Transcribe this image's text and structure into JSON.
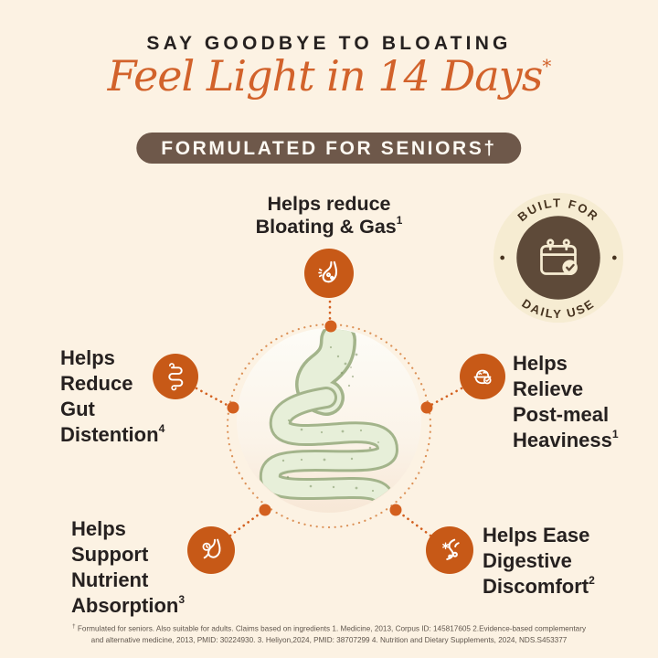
{
  "colors": {
    "background": "#fcf2e3",
    "text_dark": "#262120",
    "accent_orange_serif": "#d2622b",
    "icon_orange": "#c75917",
    "connector_orange": "#d3601f",
    "dotted_ring_orange": "#dc9258",
    "pill_brown": "#6e584a",
    "seal_cream": "#f6ecd2",
    "seal_brown": "#5e4a39",
    "gut_green_outline": "#a3b48b",
    "gut_green_fill": "#e7efd9"
  },
  "header": {
    "kicker": "SAY GOODBYE TO BLOATING",
    "title": "Feel Light in 14 Days",
    "title_note": "*",
    "pill": "FORMULATED FOR SENIORS†"
  },
  "seal": {
    "arc_top": "BUILT FOR",
    "arc_bottom": "DAILY USE",
    "icon": "calendar-check-icon"
  },
  "center": {
    "illustration": "digestive-tract-illustration"
  },
  "benefits": [
    {
      "position": "top",
      "icon": "stomach-gas-icon",
      "lines": [
        "Helps reduce"
      ],
      "last": "Bloating & Gas",
      "sup": "1"
    },
    {
      "position": "left",
      "icon": "intestine-icon",
      "lines": [
        "Helps",
        "Reduce",
        "Gut"
      ],
      "last": "Distention",
      "sup": "4"
    },
    {
      "position": "right",
      "icon": "meal-bowl-check-icon",
      "lines": [
        "Helps",
        "Relieve",
        "Post-meal"
      ],
      "last": "Heaviness",
      "sup": "1"
    },
    {
      "position": "bottom-left",
      "icon": "stomach-clock-icon",
      "lines": [
        "Helps",
        "Support",
        "Nutrient"
      ],
      "last": "Absorption",
      "sup": "3"
    },
    {
      "position": "bottom-right",
      "icon": "gut-discomfort-icon",
      "lines": [
        "Helps Ease",
        "Digestive"
      ],
      "last": "Discomfort",
      "sup": "2"
    }
  ],
  "footnote": {
    "sup": "†",
    "line1": "Formulated for seniors. Also suitable for adults. Claims based on ingredients 1. Medicine, 2013, Corpus ID: 145817605 2.Evidence-based complementary",
    "line2": "and alternative medicine, 2013, PMID: 30224930. 3. Heliyon,2024, PMID: 38707299 4. Nutrition and Dietary Supplements, 2024, NDS.S453377"
  }
}
